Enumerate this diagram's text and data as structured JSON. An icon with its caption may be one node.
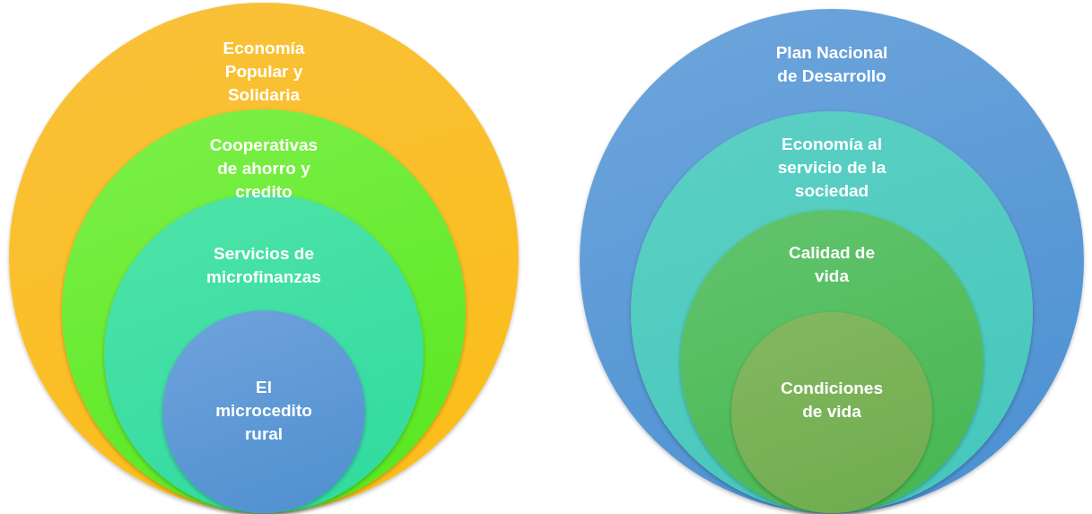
{
  "diagram": {
    "nodes": [
      {
        "text": [
          "Economía Popular y Solidaria"
        ]
      },
      {
        "text": [
          "Cooperativas de ahorro y credito"
        ],
        "in": 0
      },
      {
        "text": [
          "Servicios de microfinanzas"
        ],
        "in": 1
      },
      {
        "text": [
          "El microcedito rural"
        ],
        "in": 2
      },
      {
        "text": [
          "Plan Nacional de Desarrollo"
        ]
      },
      {
        "text": [
          "Economía al servicio de la sociedad"
        ],
        "in": 4
      },
      {
        "text": [
          "Calidad de vida"
        ],
        "in": 5
      },
      {
        "text": [
          "Condiciones de vida"
        ],
        "in": 6
      }
    ]
  }
}
